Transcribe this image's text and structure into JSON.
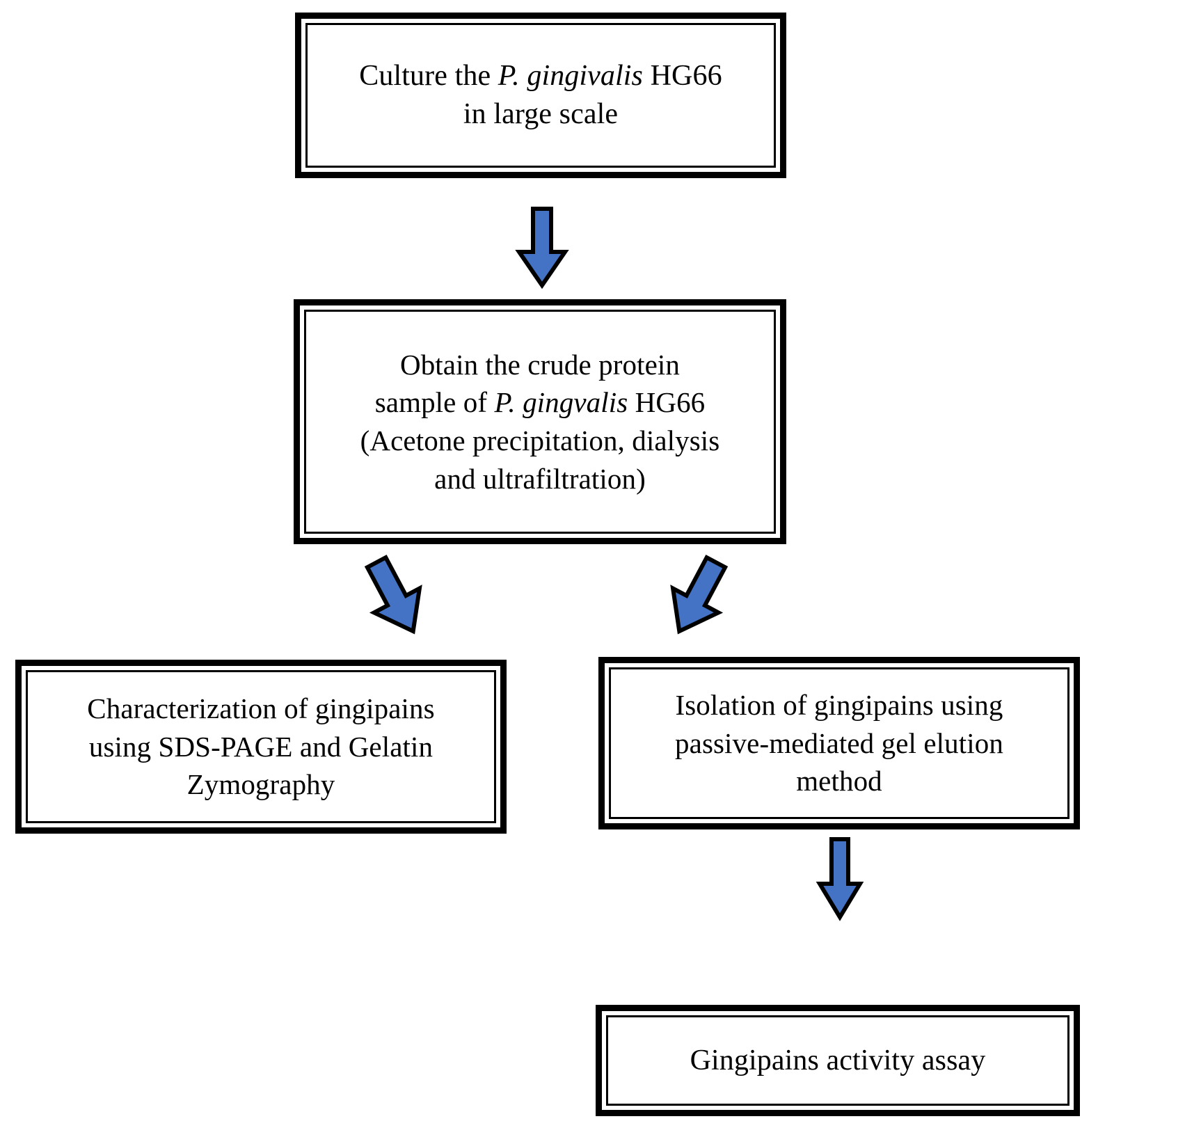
{
  "diagram": {
    "type": "flowchart",
    "title": "Gingipains isolation and characterization workflow",
    "orientation": "top-to-bottom",
    "colors": {
      "arrow_fill": "#4472C4",
      "arrow_outline": "#000000",
      "box_border": "#000000",
      "box_fill": "#FFFFFF",
      "text": "#000000"
    },
    "nodes": [
      {
        "id": "culture",
        "label": "Culture the P. gingivalis HG66\nin large scale",
        "lines": [
          "Culture the P. gingivalis HG66",
          "in large scale"
        ],
        "italic_terms": [
          "P. gingivalis"
        ]
      },
      {
        "id": "crude",
        "label": "Obtain the crude protein\nsample of P. gingvalis HG66\n(Acetone precipitation, dialysis\nand ultrafiltration)",
        "lines": [
          "Obtain the crude protein",
          "sample of P. gingvalis HG66",
          "(Acetone precipitation, dialysis",
          "and ultrafiltration)"
        ],
        "italic_terms": [
          "P. gingvalis"
        ]
      },
      {
        "id": "characterization",
        "label": "Characterization of gingipains\nusing SDS-PAGE and Gelatin\nZymography",
        "lines": [
          "Characterization of gingipains",
          "using SDS-PAGE and Gelatin",
          "Zymography"
        ],
        "italic_terms": []
      },
      {
        "id": "isolation",
        "label": "Isolation of gingipains using\npassive-mediated gel elution\nmethod",
        "lines": [
          "Isolation of gingipains using",
          "passive-mediated gel elution",
          "method"
        ],
        "italic_terms": []
      },
      {
        "id": "assay",
        "label": "Gingipains activity assay",
        "lines": [
          "Gingipains activity assay"
        ],
        "italic_terms": []
      }
    ],
    "edges": [
      {
        "id": "culture-to-crude",
        "from": "culture",
        "to": "crude",
        "direction": "down",
        "style": "block-arrow"
      },
      {
        "id": "crude-to-characterization",
        "from": "crude",
        "to": "characterization",
        "direction": "down-left",
        "style": "block-arrow"
      },
      {
        "id": "crude-to-isolation",
        "from": "crude",
        "to": "isolation",
        "direction": "down-right",
        "style": "block-arrow"
      },
      {
        "id": "isolation-to-assay",
        "from": "isolation",
        "to": "assay",
        "direction": "down",
        "style": "block-arrow"
      }
    ]
  }
}
